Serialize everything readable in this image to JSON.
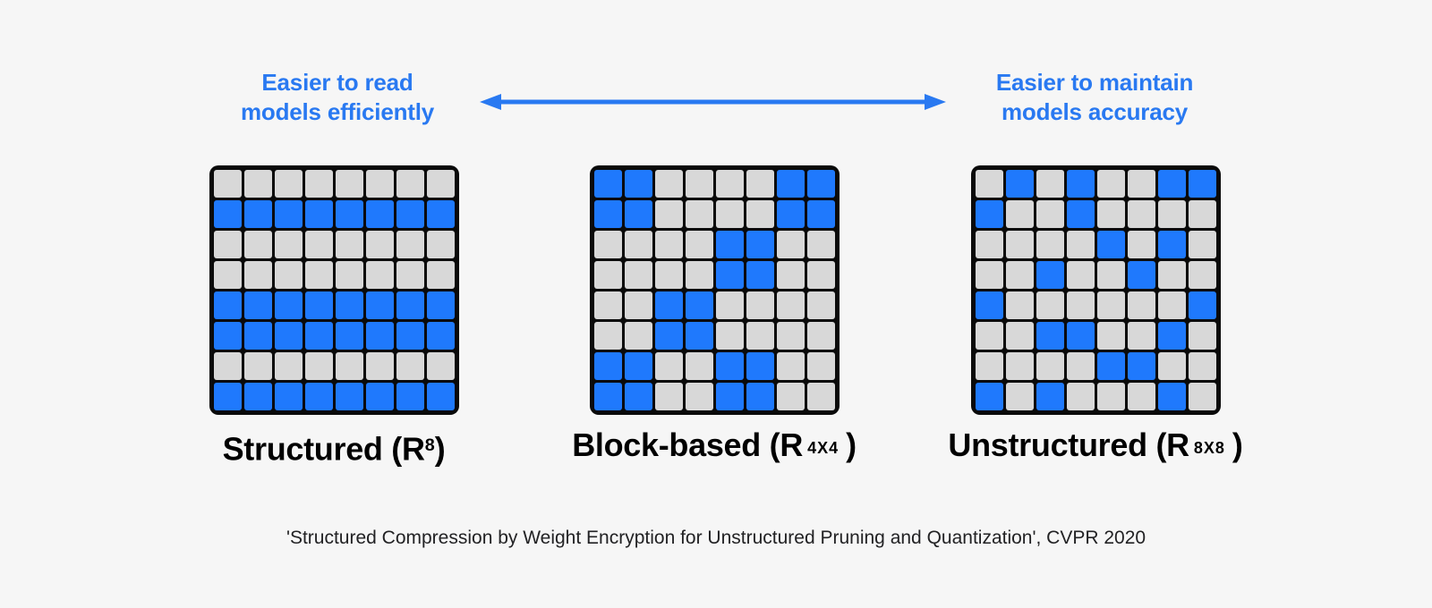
{
  "colors": {
    "background": "#f6f6f6",
    "cell_active": "#1f79fd",
    "cell_inactive": "#d8d8d8",
    "grid_frame": "#0a0a0a",
    "accent_blue": "#2979f1",
    "caption_text": "#000000",
    "footer_text": "#222224"
  },
  "spectrum": {
    "left_label": {
      "line1": "Easier to read",
      "line2": "models efficiently"
    },
    "right_label": {
      "line1": "Easier to maintain",
      "line2": "models accuracy"
    }
  },
  "grids": [
    {
      "id": "structured",
      "caption": {
        "main": "Structured (R",
        "dim": "8",
        "close": ")",
        "dim_style": "superscript"
      },
      "rows": [
        [
          0,
          0,
          0,
          0,
          0,
          0,
          0,
          0
        ],
        [
          1,
          1,
          1,
          1,
          1,
          1,
          1,
          1
        ],
        [
          0,
          0,
          0,
          0,
          0,
          0,
          0,
          0
        ],
        [
          0,
          0,
          0,
          0,
          0,
          0,
          0,
          0
        ],
        [
          1,
          1,
          1,
          1,
          1,
          1,
          1,
          1
        ],
        [
          1,
          1,
          1,
          1,
          1,
          1,
          1,
          1
        ],
        [
          0,
          0,
          0,
          0,
          0,
          0,
          0,
          0
        ],
        [
          1,
          1,
          1,
          1,
          1,
          1,
          1,
          1
        ]
      ]
    },
    {
      "id": "block-based",
      "caption": {
        "main": "Block-based (R",
        "dim": "4X4",
        "close": ")",
        "dim_style": "inline-small"
      },
      "rows": [
        [
          1,
          1,
          0,
          0,
          0,
          0,
          1,
          1
        ],
        [
          1,
          1,
          0,
          0,
          0,
          0,
          1,
          1
        ],
        [
          0,
          0,
          0,
          0,
          1,
          1,
          0,
          0
        ],
        [
          0,
          0,
          0,
          0,
          1,
          1,
          0,
          0
        ],
        [
          0,
          0,
          1,
          1,
          0,
          0,
          0,
          0
        ],
        [
          0,
          0,
          1,
          1,
          0,
          0,
          0,
          0
        ],
        [
          1,
          1,
          0,
          0,
          1,
          1,
          0,
          0
        ],
        [
          1,
          1,
          0,
          0,
          1,
          1,
          0,
          0
        ]
      ]
    },
    {
      "id": "unstructured",
      "caption": {
        "main": "Unstructured (R",
        "dim": "8X8",
        "close": ")",
        "dim_style": "inline-small"
      },
      "rows": [
        [
          0,
          1,
          0,
          1,
          0,
          0,
          1,
          1
        ],
        [
          1,
          0,
          0,
          1,
          0,
          0,
          0,
          0
        ],
        [
          0,
          0,
          0,
          0,
          1,
          0,
          1,
          0
        ],
        [
          0,
          0,
          1,
          0,
          0,
          1,
          0,
          0
        ],
        [
          1,
          0,
          0,
          0,
          0,
          0,
          0,
          1
        ],
        [
          0,
          0,
          1,
          1,
          0,
          0,
          1,
          0
        ],
        [
          0,
          0,
          0,
          0,
          1,
          1,
          0,
          0
        ],
        [
          1,
          0,
          1,
          0,
          0,
          0,
          1,
          0
        ]
      ]
    }
  ],
  "footer": {
    "citation": "'Structured Compression by Weight Encryption for Unstructured Pruning and Quantization', CVPR 2020"
  }
}
